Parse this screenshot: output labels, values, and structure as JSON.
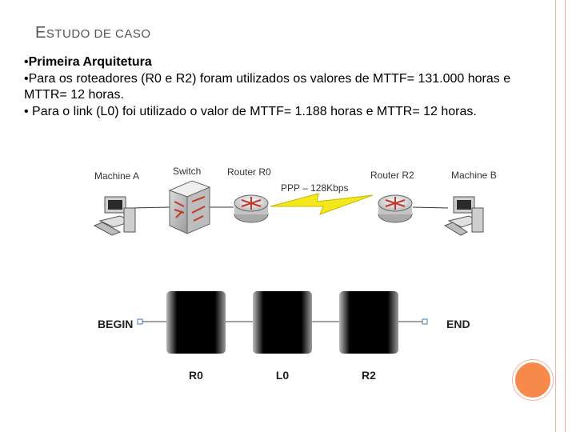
{
  "slide": {
    "title_first": "E",
    "title_rest": "STUDO ",
    "title_second_initial": "DE C",
    "title_second_rest": "ASO",
    "bullets": [
      {
        "prefix": "•",
        "text": "Primeira Arquitetura",
        "bold": true
      },
      {
        "prefix": "•",
        "text": "Para os roteadores (R0 e R2) foram utilizados os valores de MTTF= 131.000 horas e MTTR= 12 horas.",
        "bold": false
      },
      {
        "prefix": "• ",
        "text": "Para o link (L0) foi utilizado o valor de MTTF= 1.188 horas e MTTR= 12 horas.",
        "bold": false
      }
    ]
  },
  "network": {
    "machine_a": "Machine A",
    "switch": "Switch",
    "router_r0": "Router R0",
    "link": "PPP – 128Kbps",
    "router_r2": "Router R2",
    "machine_b": "Machine B"
  },
  "rbd": {
    "begin": "BEGIN",
    "end": "END",
    "blocks": [
      "R0",
      "L0",
      "R2"
    ]
  },
  "colors": {
    "accent_line": "#f4b29a",
    "accent_circle": "#f7894a",
    "link_bolt": "#f2e81c"
  }
}
